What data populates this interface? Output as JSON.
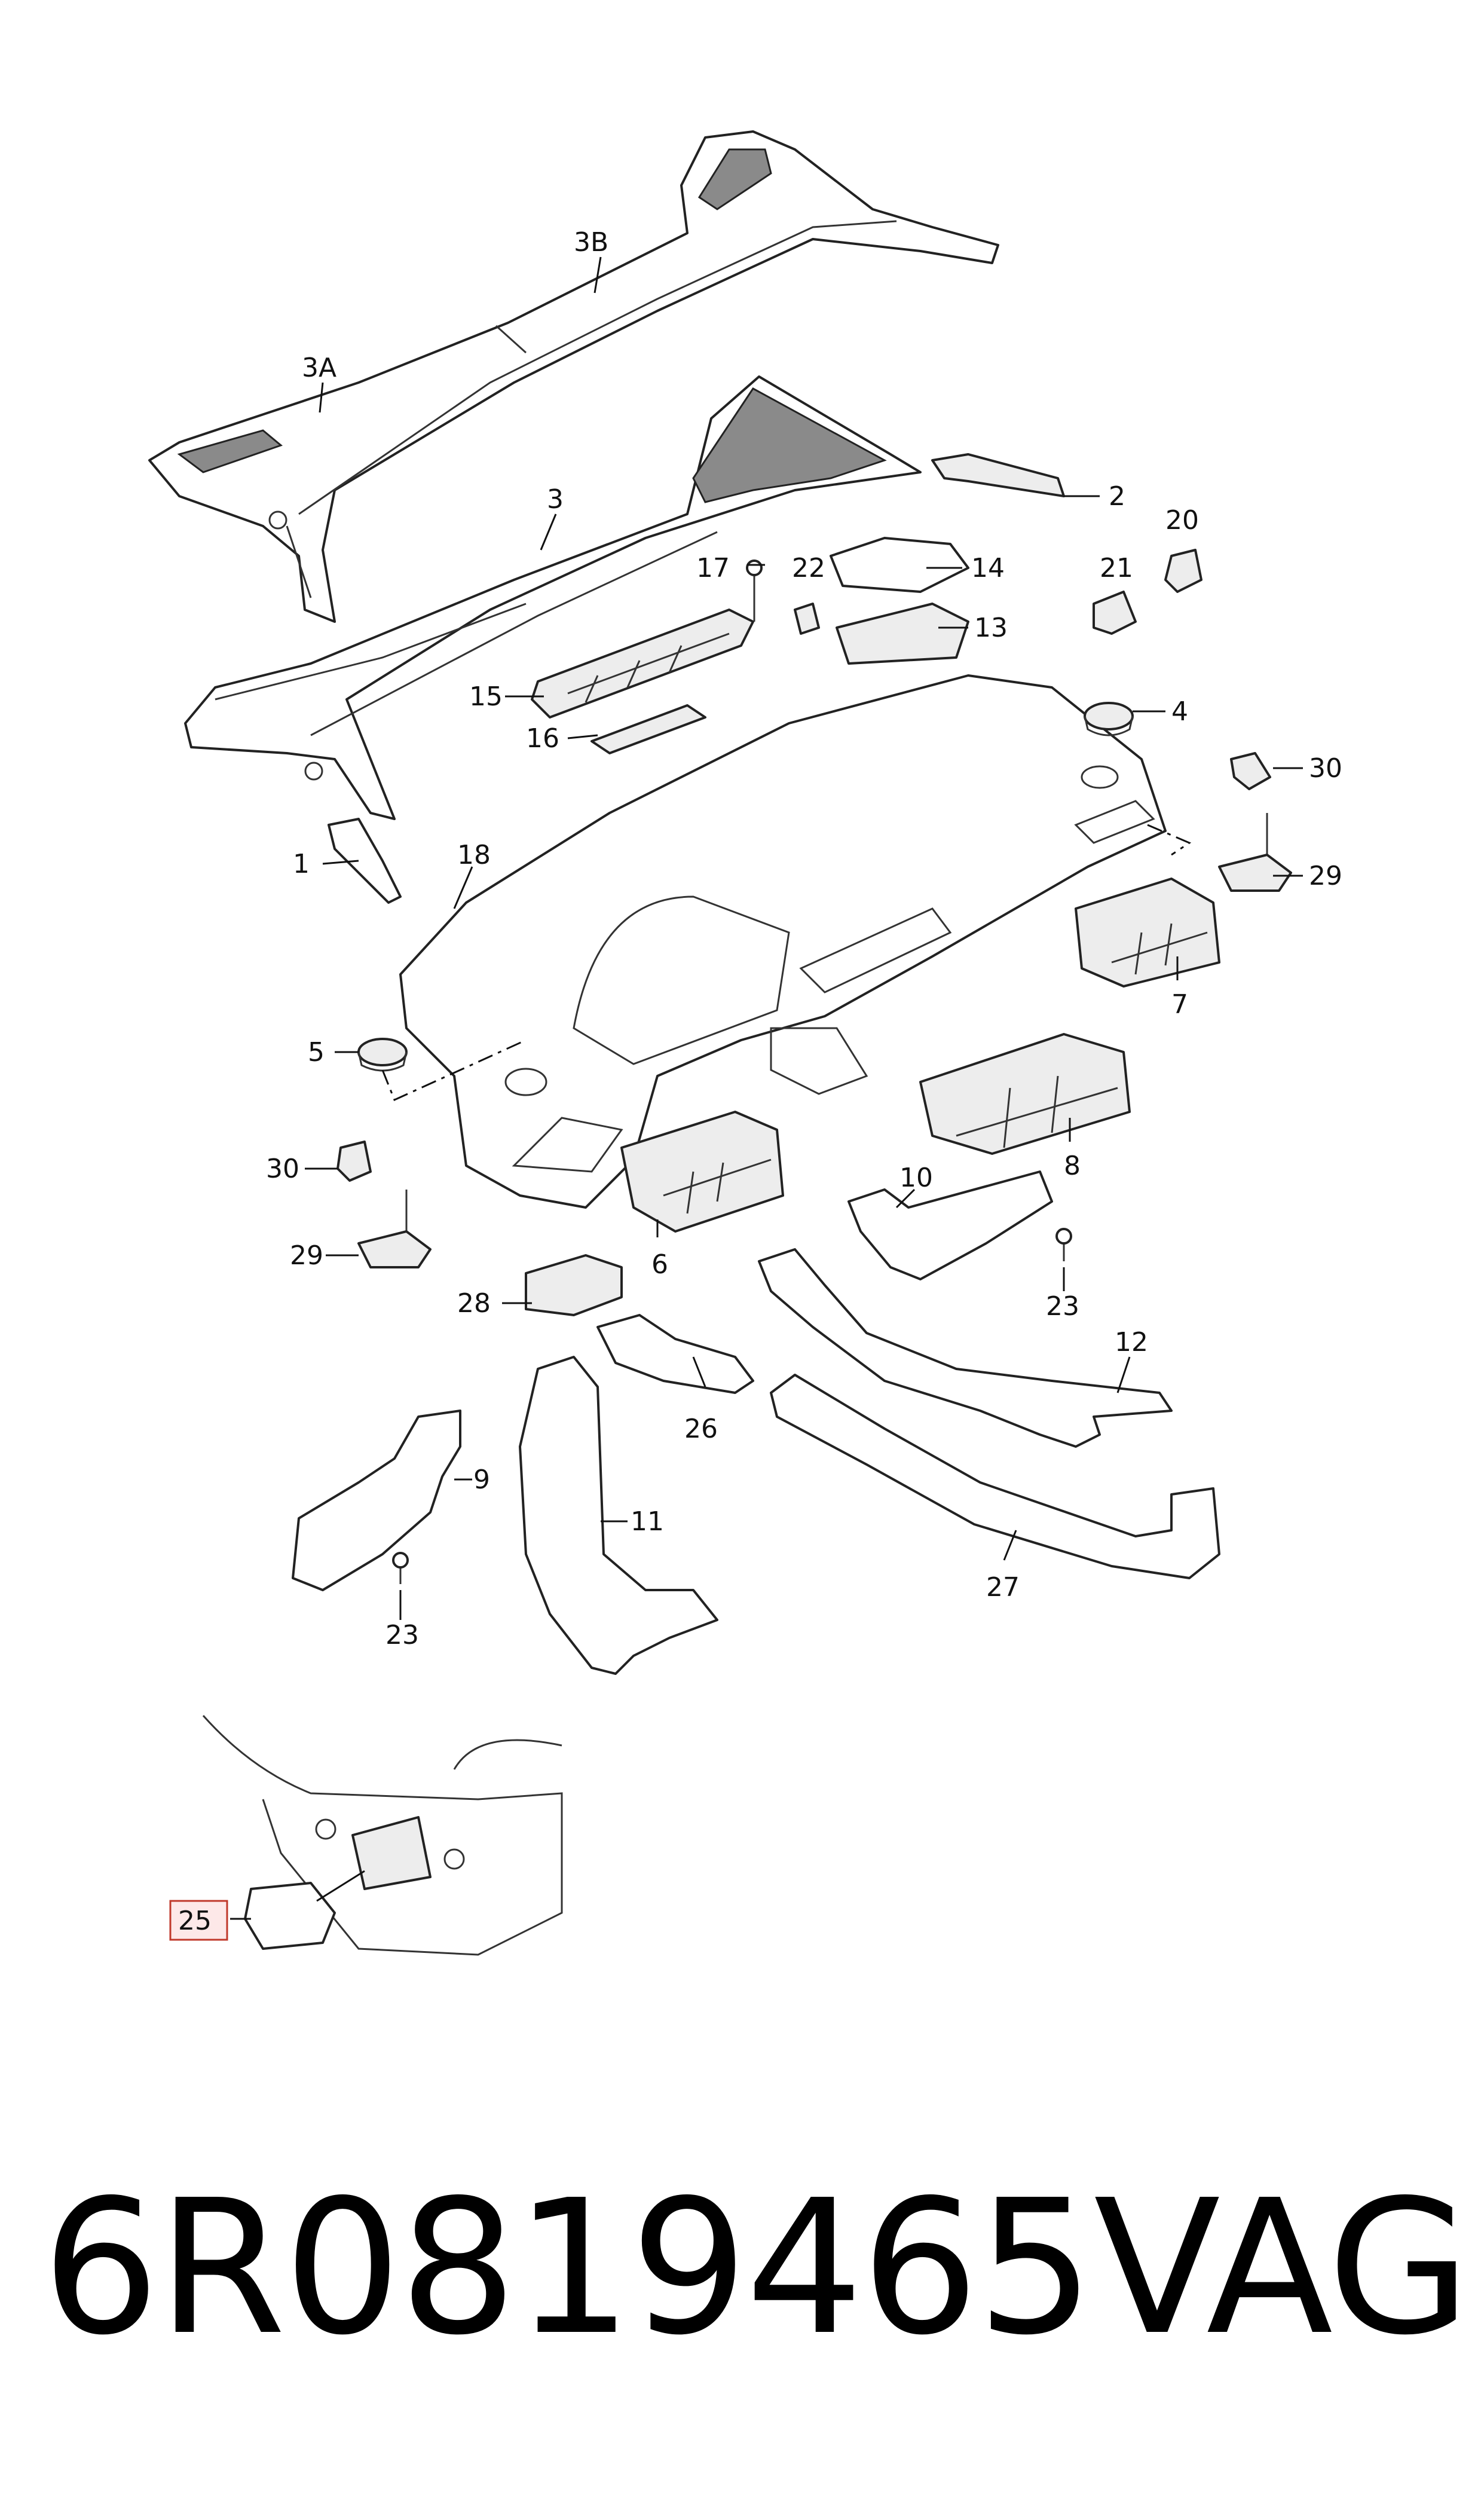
{
  "callouts": {
    "c1": "1",
    "c2": "2",
    "c3": "3",
    "c3a": "3A",
    "c3b": "3B",
    "c4": "4",
    "c5": "5",
    "c6": "6",
    "c7": "7",
    "c8": "8",
    "c9": "9",
    "c10": "10",
    "c11": "11",
    "c12": "12",
    "c13": "13",
    "c14": "14",
    "c15": "15",
    "c16": "16",
    "c17": "17",
    "c18": "18",
    "c20": "20",
    "c21": "21",
    "c22": "22",
    "c23a": "23",
    "c23b": "23",
    "c25": "25",
    "c26": "26",
    "c27": "27",
    "c28": "28",
    "c29a": "29",
    "c29b": "29",
    "c30a": "30",
    "c30b": "30"
  },
  "highlighted_callout": "25",
  "highlight_color": "#fde8e8",
  "footer": {
    "part_number": "6R0819465",
    "brand": "VAG"
  }
}
